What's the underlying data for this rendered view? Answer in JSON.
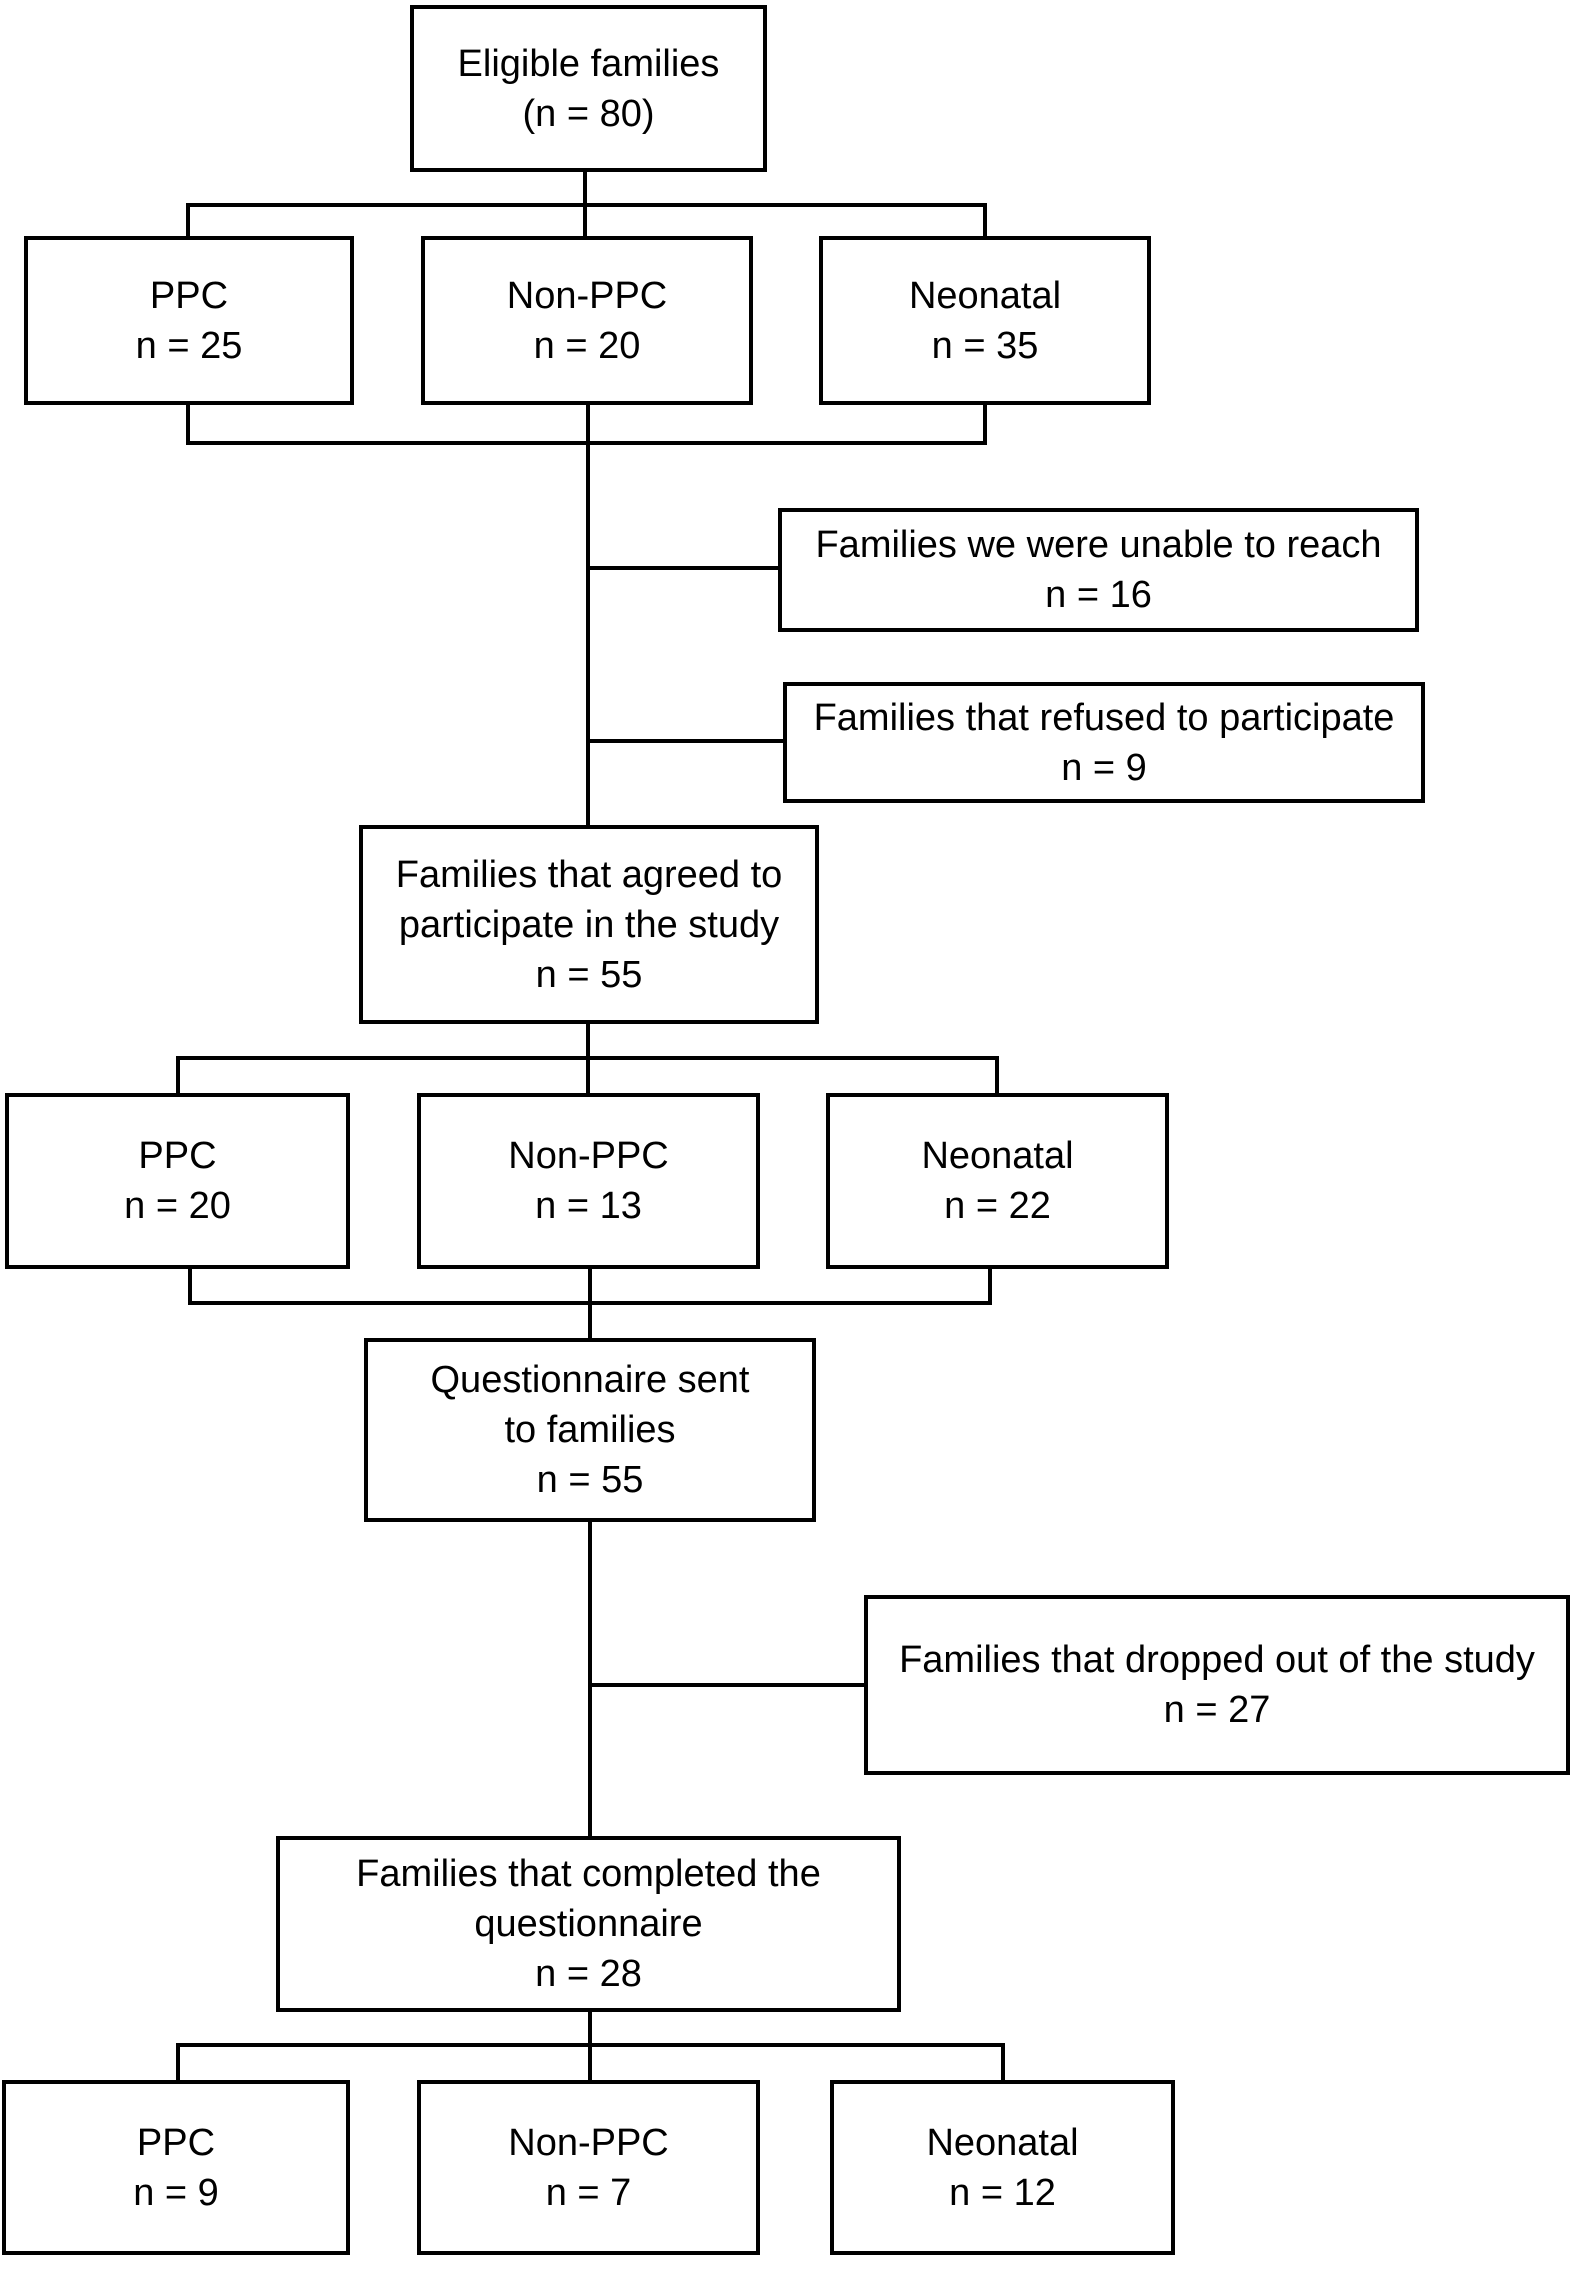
{
  "eligible": {
    "line1": "Eligible families",
    "line2": "(n = 80)"
  },
  "groups1": [
    {
      "label": "PPC",
      "n": "n = 25"
    },
    {
      "label": "Non-PPC",
      "n": "n = 20"
    },
    {
      "label": "Neonatal",
      "n": "n = 35"
    }
  ],
  "exclusions1": [
    {
      "label": "Families we were unable to reach",
      "n": "n = 16"
    },
    {
      "label": "Families that refused to participate",
      "n": "n = 9"
    }
  ],
  "agreed": {
    "line1": "Families that agreed to",
    "line2": "participate in the study",
    "n": "n = 55"
  },
  "groups2": [
    {
      "label": "PPC",
      "n": "n = 20"
    },
    {
      "label": "Non-PPC",
      "n": "n = 13"
    },
    {
      "label": "Neonatal",
      "n": "n = 22"
    }
  ],
  "sent": {
    "line1": "Questionnaire sent",
    "line2": "to families",
    "n": "n = 55"
  },
  "dropout": {
    "label": "Families that dropped out of the study",
    "n": "n = 27"
  },
  "completed": {
    "line1": "Families that completed the",
    "line2": "questionnaire",
    "n": "n = 28"
  },
  "groups3": [
    {
      "label": "PPC",
      "n": "n = 9"
    },
    {
      "label": "Non-PPC",
      "n": "n = 7"
    },
    {
      "label": "Neonatal",
      "n": "n = 12"
    }
  ]
}
